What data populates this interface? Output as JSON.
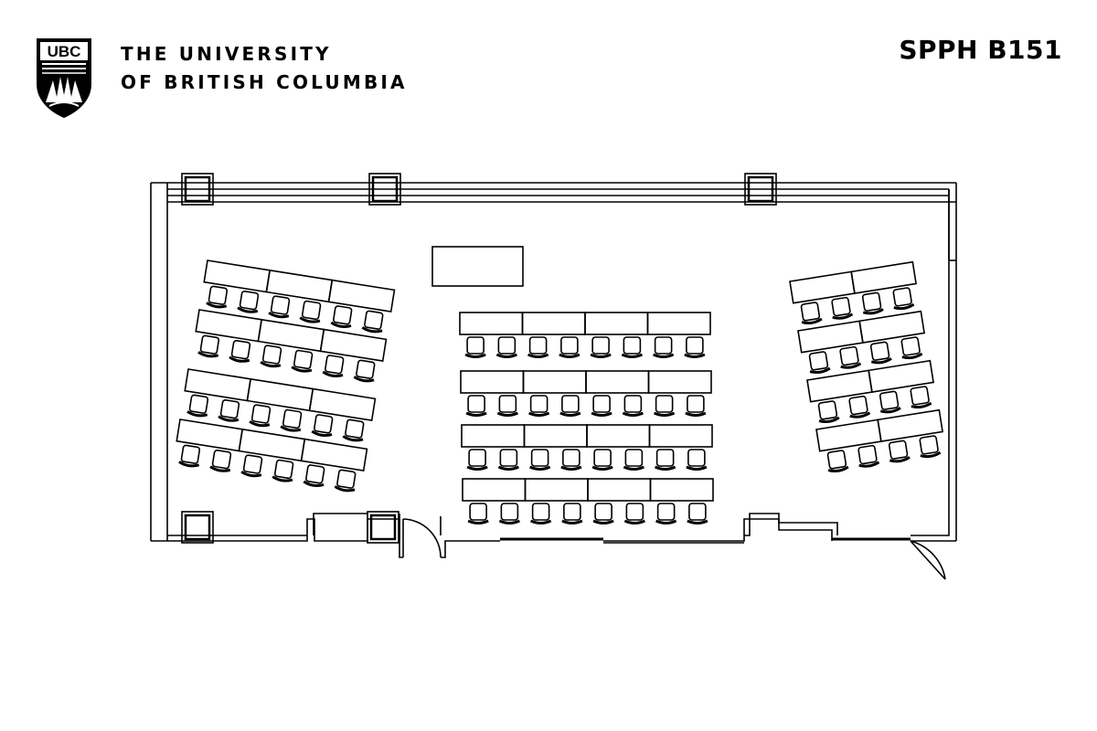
{
  "header": {
    "logo_text": "UBC",
    "university_line1": "THE UNIVERSITY",
    "university_line2": "OF BRITISH COLUMBIA",
    "room_code": "SPPH B151"
  },
  "floor_plan": {
    "left_section": {
      "rows": 4,
      "tables_per_row": 3,
      "chairs_per_row": 6
    },
    "center_section": {
      "rows": 4,
      "tables_per_row": 4,
      "chairs_per_row": 8
    },
    "right_section": {
      "rows": 4,
      "tables_per_row": 2,
      "chairs_per_row": 4
    },
    "doors": 2,
    "columns": 5
  }
}
